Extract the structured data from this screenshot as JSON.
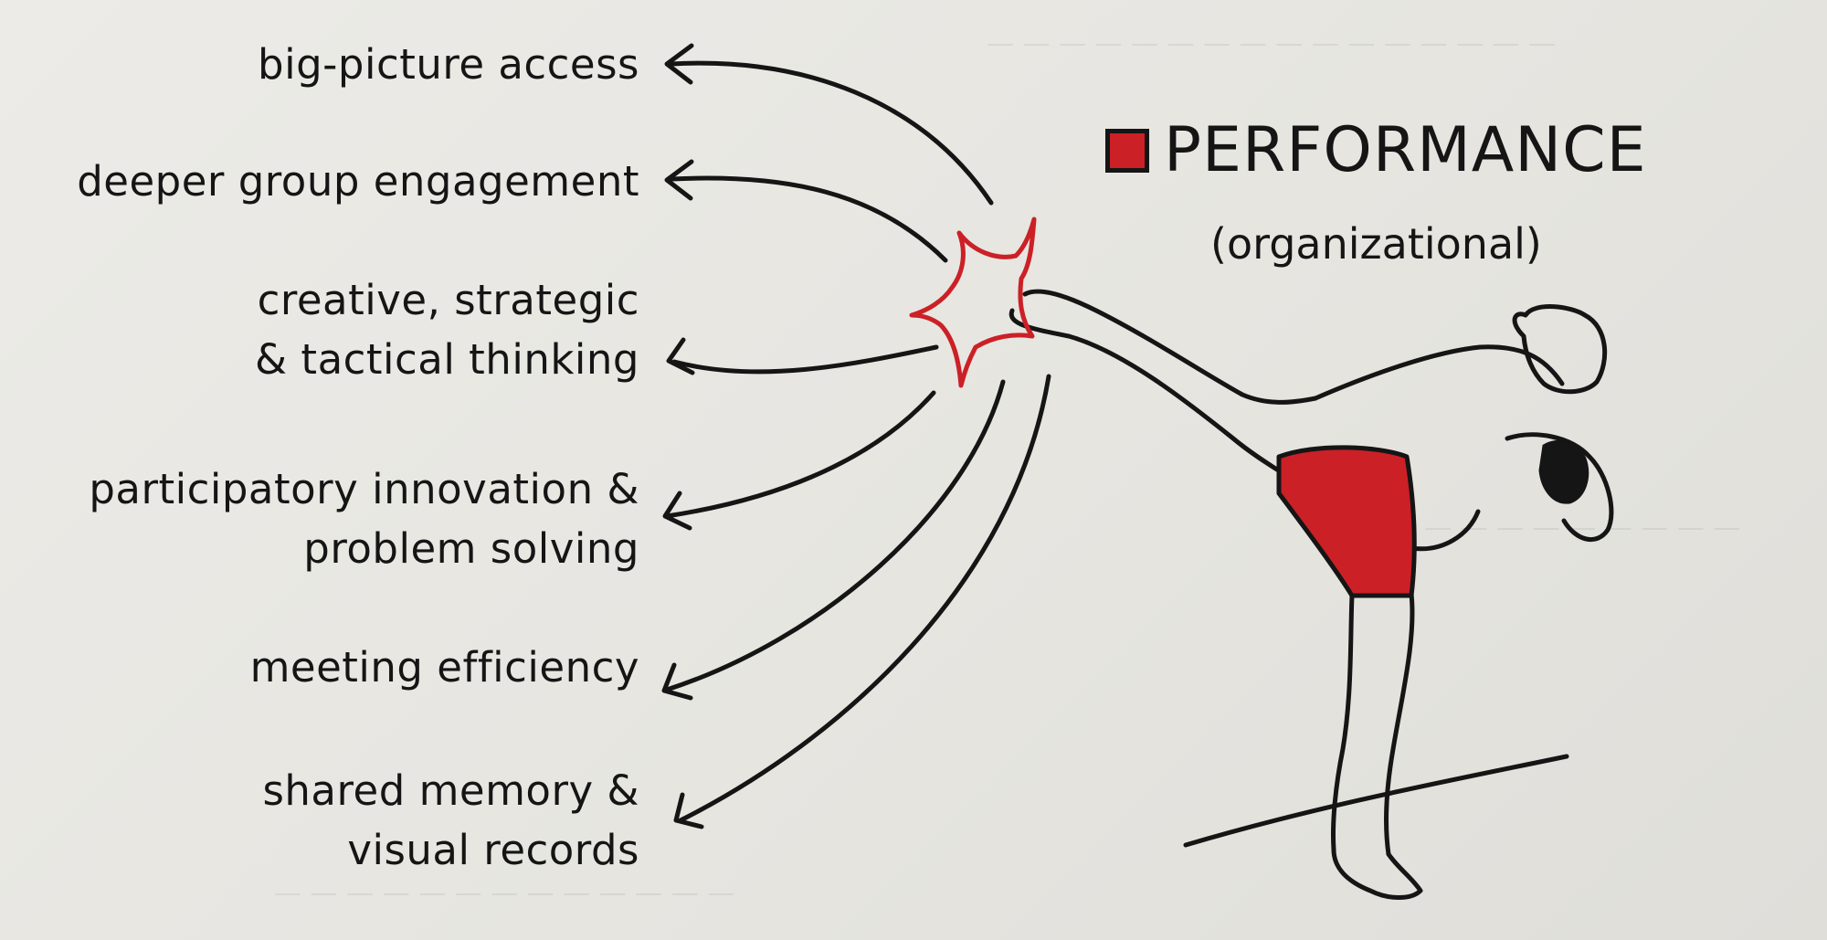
{
  "title": {
    "heading": "PERFORMANCE",
    "subheading": "(organizational)",
    "accent_color": "#cc2027"
  },
  "benefits": [
    {
      "lines": [
        "big-picture access"
      ]
    },
    {
      "lines": [
        "deeper group engagement"
      ]
    },
    {
      "lines": [
        "creative, strategic",
        "& tactical thinking"
      ]
    },
    {
      "lines": [
        "participatory innovation &",
        "problem solving"
      ]
    },
    {
      "lines": [
        "meeting efficiency"
      ]
    },
    {
      "lines": [
        "shared memory &",
        "visual records"
      ]
    }
  ],
  "colors": {
    "ink": "#151515",
    "impact": "#cc2027",
    "paper": "#e9e8e4"
  }
}
